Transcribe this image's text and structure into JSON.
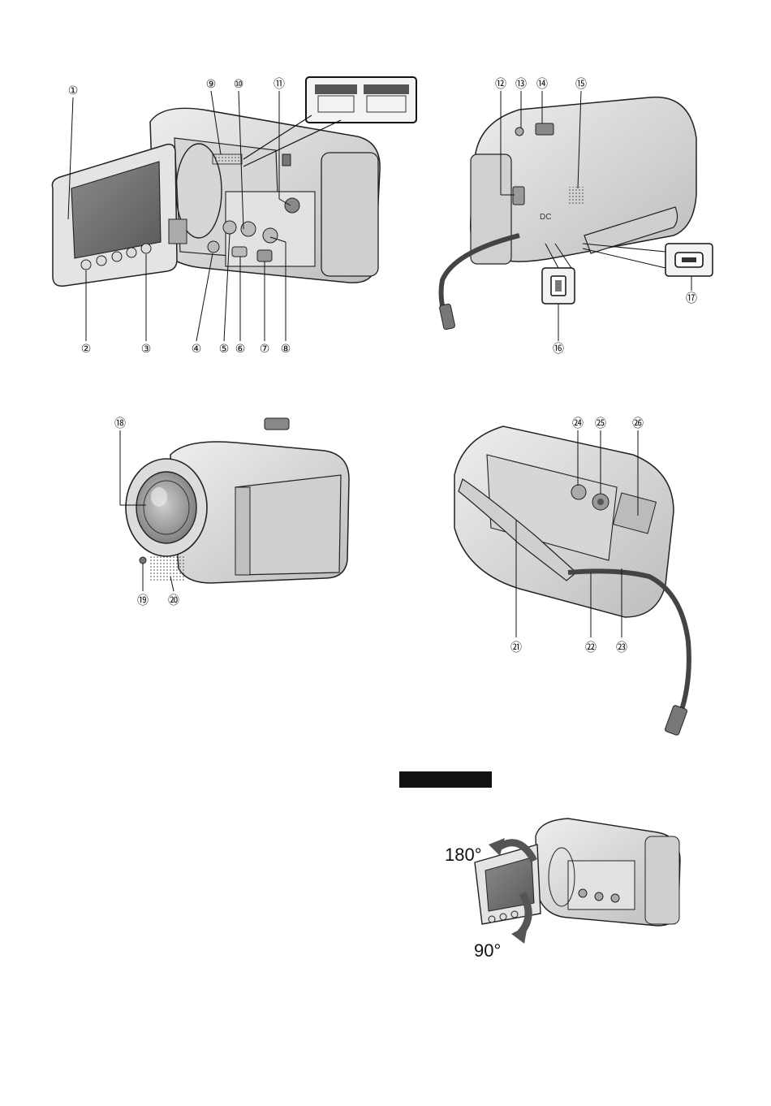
{
  "callouts": [
    "①",
    "②",
    "③",
    "④",
    "⑤",
    "⑥",
    "⑦",
    "⑧",
    "⑨",
    "⑩",
    "⑪",
    "⑫",
    "⑬",
    "⑭",
    "⑮",
    "⑯",
    "⑰",
    "⑱",
    "⑲",
    "⑳",
    "㉑",
    "㉒",
    "㉓",
    "㉔",
    "㉕",
    "㉖"
  ],
  "connector_label": "DC",
  "rotation": {
    "upper": "180°",
    "lower": "90°"
  },
  "colors": {
    "body": "#d9d9d9",
    "outline": "#222222",
    "dark": "#555555",
    "bar": "#111111"
  }
}
